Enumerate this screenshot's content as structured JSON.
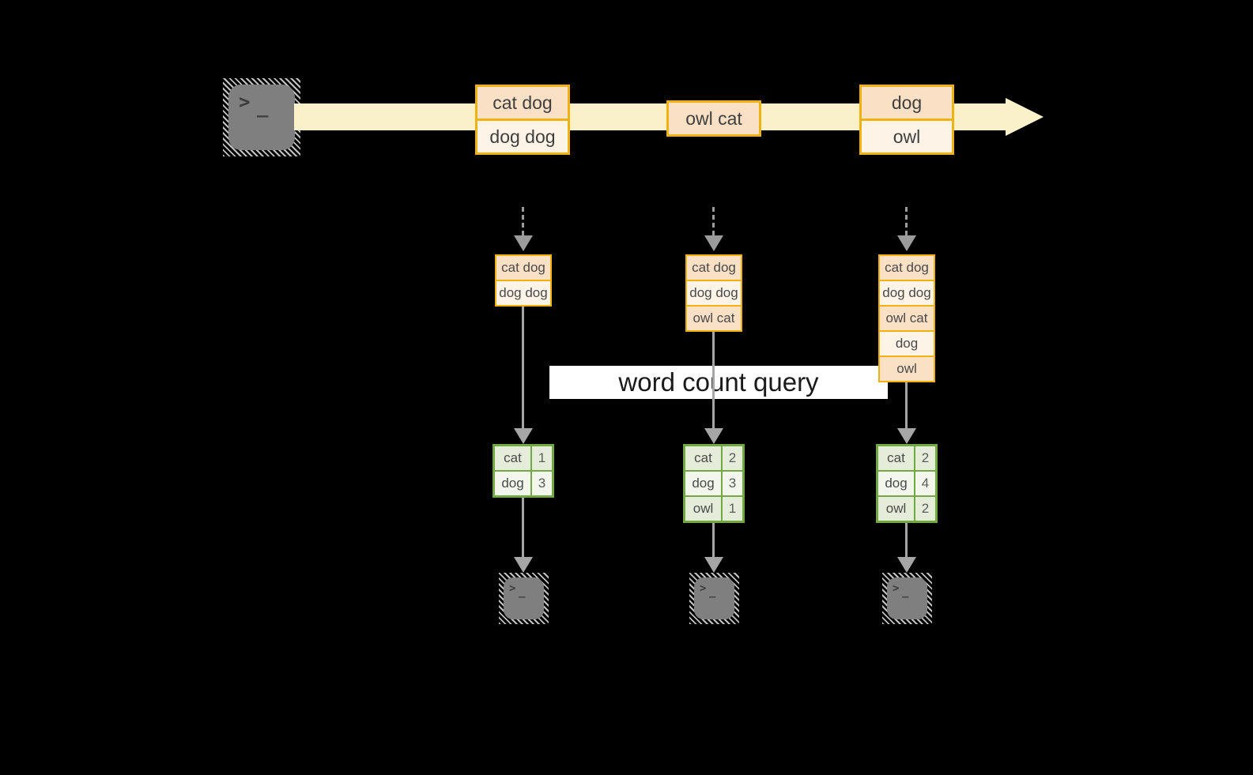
{
  "diagram_title_hidden": "",
  "query_label": "word count query",
  "terminal": {
    "glyph": ">",
    "cursor": "_"
  },
  "palette": {
    "background": "#000000",
    "stream_band": "#faf1cb",
    "record_border": "#efb211",
    "record_fill_dark": "#fae0c4",
    "record_fill_light": "#fdf3e6",
    "table_border": "#72a843",
    "table_fill_dark": "#e5edda",
    "table_fill_light": "#f2f6ec",
    "arrow_gray": "#a6a6a6",
    "terminal_gray": "#7f7f7f"
  },
  "columns": [
    {
      "stream_box": [
        "cat dog",
        "dog dog"
      ],
      "buffer": [
        "cat dog",
        "dog dog"
      ],
      "counts": [
        {
          "word": "cat",
          "count": "1"
        },
        {
          "word": "dog",
          "count": "3"
        }
      ]
    },
    {
      "stream_box": [
        "owl cat"
      ],
      "buffer": [
        "cat dog",
        "dog dog",
        "owl cat"
      ],
      "counts": [
        {
          "word": "cat",
          "count": "2"
        },
        {
          "word": "dog",
          "count": "3"
        },
        {
          "word": "owl",
          "count": "1"
        }
      ]
    },
    {
      "stream_box": [
        "dog",
        "owl"
      ],
      "buffer": [
        "cat dog",
        "dog dog",
        "owl cat",
        "dog",
        "owl"
      ],
      "counts": [
        {
          "word": "cat",
          "count": "2"
        },
        {
          "word": "dog",
          "count": "4"
        },
        {
          "word": "owl",
          "count": "2"
        }
      ]
    }
  ]
}
